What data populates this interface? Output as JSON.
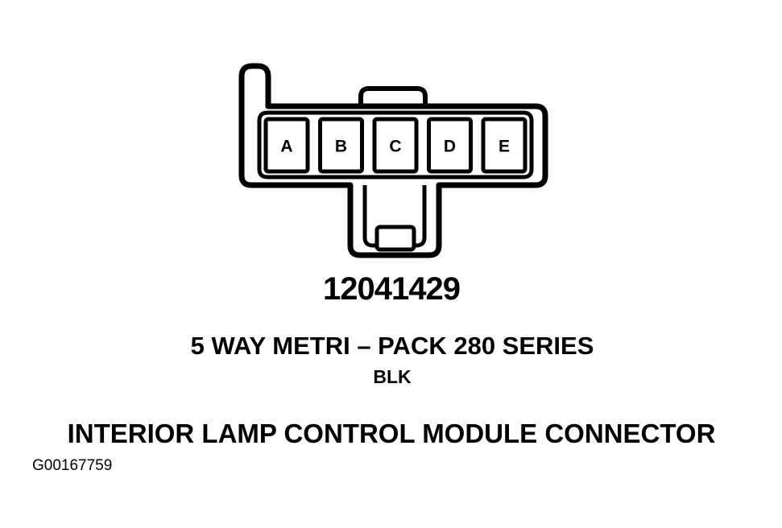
{
  "connector": {
    "pins": [
      "A",
      "B",
      "C",
      "D",
      "E"
    ]
  },
  "part_number": "12041429",
  "series": "5 WAY METRI – PACK 280 SERIES",
  "color": "BLK",
  "title": "INTERIOR LAMP CONTROL MODULE CONNECTOR",
  "figure_id": "G00167759"
}
